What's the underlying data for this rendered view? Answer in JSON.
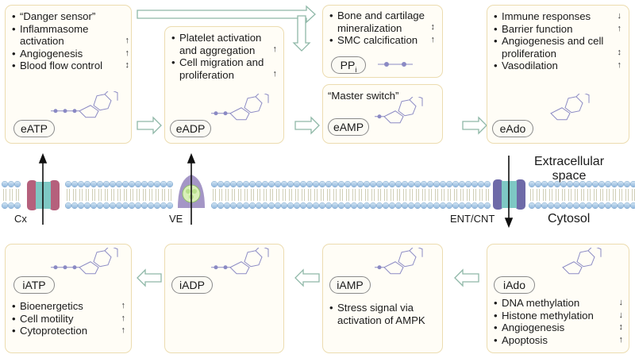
{
  "boxes": {
    "eatp": {
      "label": "eATP",
      "items": [
        {
          "text": "“Danger sensor”",
          "arrow": ""
        },
        {
          "text": "Inflammasome activation",
          "arrow": "↑"
        },
        {
          "text": "Angiogenesis",
          "arrow": "↑"
        },
        {
          "text": "Blood flow control",
          "arrow": "↕"
        }
      ]
    },
    "eadp": {
      "label": "eADP",
      "items": [
        {
          "text": "Platelet activation and aggregation",
          "arrow": "↑"
        },
        {
          "text": "Cell migration and proliferation",
          "arrow": "↑"
        }
      ]
    },
    "ppi": {
      "label": "PP",
      "label_sub": "i",
      "items": [
        {
          "text": "Bone and cartilage mineralization",
          "arrow": "↕"
        },
        {
          "text": "SMC calcification",
          "arrow": "↑"
        }
      ]
    },
    "eamp": {
      "label": "eAMP",
      "note": "“Master switch”"
    },
    "eado": {
      "label": "eAdo",
      "items": [
        {
          "text": "Immune responses",
          "arrow": "↓"
        },
        {
          "text": "Barrier function",
          "arrow": "↑"
        },
        {
          "text": "Angiogenesis and cell proliferation",
          "arrow": "↕"
        },
        {
          "text": "Vasodilation",
          "arrow": "↑"
        }
      ]
    },
    "iatp": {
      "label": "iATP",
      "items": [
        {
          "text": "Bioenergetics",
          "arrow": "↑"
        },
        {
          "text": "Cell motility",
          "arrow": "↑"
        },
        {
          "text": "Cytoprotection",
          "arrow": "↑"
        }
      ]
    },
    "iadp": {
      "label": "iADP"
    },
    "iamp": {
      "label": "iAMP",
      "items": [
        {
          "text": "Stress signal via activation of AMPK",
          "arrow": ""
        }
      ]
    },
    "iado": {
      "label": "iAdo",
      "items": [
        {
          "text": "DNA methylation",
          "arrow": "↓"
        },
        {
          "text": "Histone methylation",
          "arrow": "↓"
        },
        {
          "text": "Angiogenesis",
          "arrow": "↕"
        },
        {
          "text": "Apoptosis",
          "arrow": "↑"
        }
      ]
    }
  },
  "membrane": {
    "extracellular": "Extracellular space",
    "cytosol": "Cytosol",
    "channels": {
      "cx": "Cx",
      "ve": "VE",
      "ent": "ENT/CNT"
    }
  },
  "colors": {
    "box_bg": "#fffdf6",
    "box_border": "#ecdcb0",
    "lipid_head": "#a9cbe6",
    "channel_pink": "#b5607c",
    "channel_teal": "#7ec8c4",
    "vesicle": "#a496c6",
    "molecule": "#8b8ac4",
    "flow_arrow": "#8fb8a8"
  }
}
